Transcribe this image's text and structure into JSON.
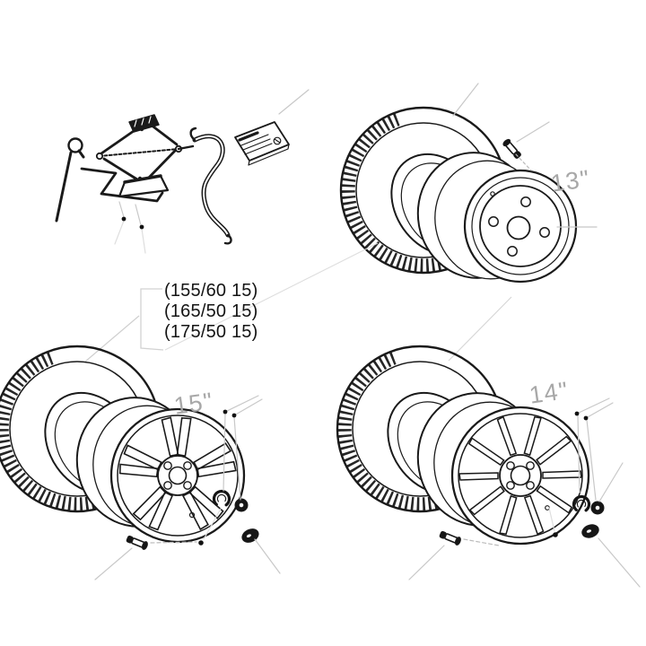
{
  "diagram": {
    "labels": {
      "wheel_13": "13\"",
      "wheel_15": "15\"",
      "wheel_14": "14\""
    },
    "tire_sizes": [
      "(155/60 15)",
      "(165/50 15)",
      "(175/50 15)"
    ],
    "colors": {
      "line": "#1a1a1a",
      "leader": "#c8c8c8",
      "label_gray": "#a8a8a8",
      "background": "#ffffff"
    }
  }
}
